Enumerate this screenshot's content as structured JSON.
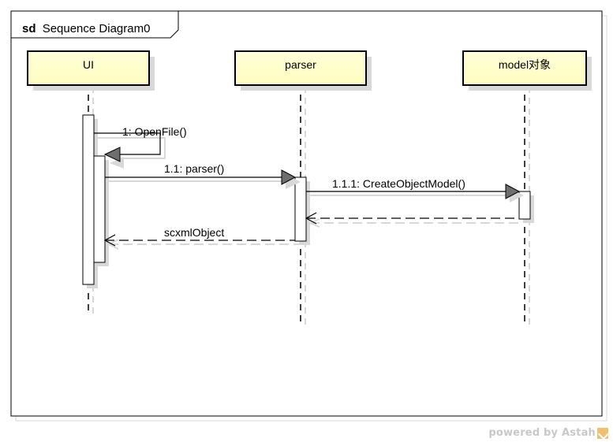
{
  "frame": {
    "keyword": "sd",
    "name": "Sequence Diagram0"
  },
  "lifelines": [
    {
      "id": "ui",
      "label": "UI"
    },
    {
      "id": "parser",
      "label": "parser"
    },
    {
      "id": "model",
      "label": "model对象"
    }
  ],
  "messages": [
    {
      "id": "m1",
      "label": "1: OpenFile()",
      "type": "self"
    },
    {
      "id": "m2",
      "label": "1.1: parser()",
      "type": "sync"
    },
    {
      "id": "m3",
      "label": "1.1.1: CreateObjectModel()",
      "type": "sync"
    },
    {
      "id": "m4",
      "label": "",
      "type": "return"
    },
    {
      "id": "m5",
      "label": "scxmlObject",
      "type": "return"
    }
  ],
  "watermark": "powered by Astah"
}
